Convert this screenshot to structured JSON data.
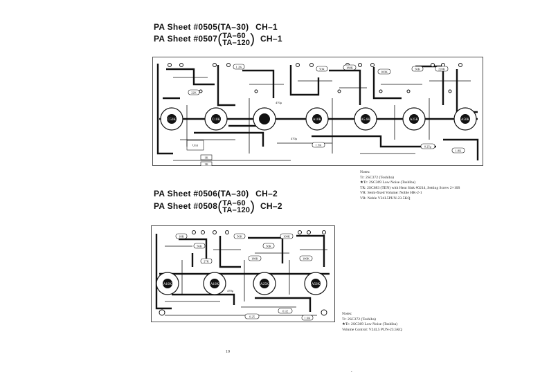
{
  "header1": {
    "line1": {
      "label": "PA Sheet",
      "model": "#0505(TA–30)",
      "channel": "CH–1"
    },
    "line2": {
      "label": "PA Sheet",
      "model": "#0507",
      "variant_a": "TA–60",
      "variant_b": "TA–120",
      "channel": "CH–1"
    }
  },
  "header2": {
    "line1": {
      "label": "PA Sheet",
      "model": "#0506(TA–30)",
      "channel": "CH–2"
    },
    "line2": {
      "label": "PA Sheet",
      "model": "#0508",
      "variant_a": "TA–60",
      "variant_b": "TA–120",
      "channel": "CH–2"
    }
  },
  "board1": {
    "circles": [
      "C50K",
      "C10K",
      "A10K",
      "A5.6K",
      "A25K",
      "A50K"
    ],
    "labels": [
      "1.2K",
      "50K",
      "180K",
      "100K",
      "56K",
      "220K",
      "22K",
      "1.8K",
      "0.25μ",
      "1.5K",
      "1K",
      "1K",
      "470μ",
      "470μ",
      "Unit"
    ]
  },
  "board2": {
    "circles": [
      "A10K",
      "A10K",
      "A25K",
      "A50K"
    ],
    "labels": [
      "10K",
      "56K",
      "50K",
      "100K",
      "27K",
      "180K",
      "56K",
      "100K",
      "0.25",
      "0.32",
      "1.6K",
      "470μ"
    ]
  },
  "notes1": {
    "title": "Notes:",
    "lines": [
      "Tr: 2SC372 (Toshiba)",
      "★Tr: 2SC369 Low Noise (Toshiba)",
      "TR: 2SC683 (TEN) with Heat Sink #0214, Setting Screw 2×10S",
      "VR: Semi-fixed Volume: Noble HK-2-1",
      "VR: Noble V24L5PUN-23.5KQ"
    ]
  },
  "notes2": {
    "title": "Notes:",
    "lines": [
      "Tr: 2SC372 (Toshiba)",
      "★Tr: 2SC369 Low Noise (Toshiba)",
      "Volume Control: V24L5 PUN-23.5KQ"
    ]
  },
  "page_number": "19"
}
